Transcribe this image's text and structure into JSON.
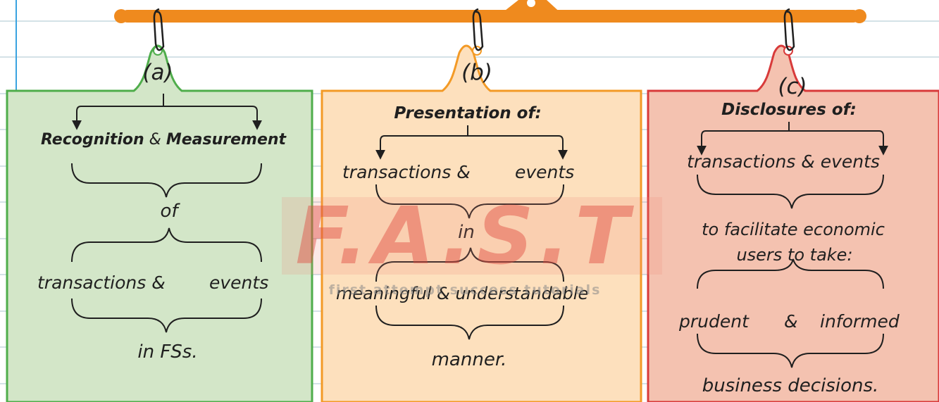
{
  "watermark": {
    "logo": "F.A.S.T",
    "tagline": "first attempt success tutorials"
  },
  "colors": {
    "rod": "#ef8a1e",
    "panel_a_fill": "#d3e6c8",
    "panel_a_border": "#4fad4b",
    "panel_b_fill": "#fde0bd",
    "panel_b_border": "#f39a26",
    "panel_c_fill": "#f4c2b0",
    "panel_c_border": "#d83a3a"
  },
  "panels": [
    {
      "tag": "(a)",
      "heading_left": "Recognition",
      "heading_mid": "&",
      "heading_right": "Measurement",
      "of": "of",
      "items_left": "transactions &",
      "items_right": "events",
      "final": "in FSs."
    },
    {
      "tag": "(b)",
      "heading": "Presentation of:",
      "items_left": "transactions  &",
      "items_right": "events",
      "link": "in",
      "quality": "meaningful & understandable",
      "final": "manner."
    },
    {
      "tag": "(c)",
      "heading": "Disclosures of:",
      "items_left": "transactions & events",
      "purpose_1": "to facilitate economic",
      "purpose_2": "users to take:",
      "quality_left": "prudent",
      "quality_mid": "&",
      "quality_right": "informed",
      "final": "business decisions."
    }
  ]
}
